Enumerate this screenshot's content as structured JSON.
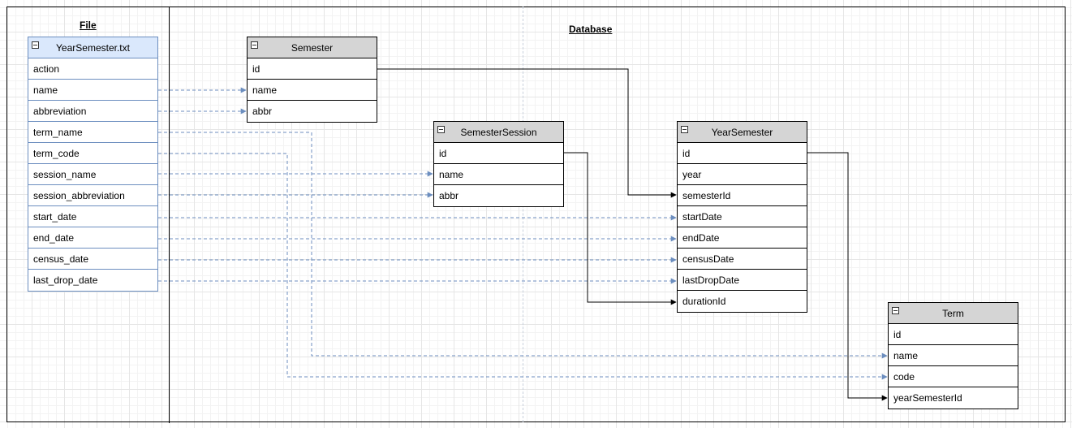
{
  "file_section": {
    "title": "File"
  },
  "database_section": {
    "title": "Database"
  },
  "tables": {
    "file": {
      "title": "YearSemester.txt",
      "fields": [
        "action",
        "name",
        "abbreviation",
        "term_name",
        "term_code",
        "session_name",
        "session_abbreviation",
        "start_date",
        "end_date",
        "census_date",
        "last_drop_date"
      ]
    },
    "semester": {
      "title": "Semester",
      "fields": [
        "id",
        "name",
        "abbr"
      ]
    },
    "session": {
      "title": "SemesterSession",
      "fields": [
        "id",
        "name",
        "abbr"
      ]
    },
    "yearsemester": {
      "title": "YearSemester",
      "fields": [
        "id",
        "year",
        "semesterId",
        "startDate",
        "endDate",
        "censusDate",
        "lastDropDate",
        "durationId"
      ]
    },
    "term": {
      "title": "Term",
      "fields": [
        "id",
        "name",
        "code",
        "yearSemesterId"
      ]
    }
  },
  "colors": {
    "mapping_line": "#6c8ebf",
    "relation_line": "#000000",
    "file_header": "#dae8fc",
    "table_header": "#d5d5d5"
  }
}
